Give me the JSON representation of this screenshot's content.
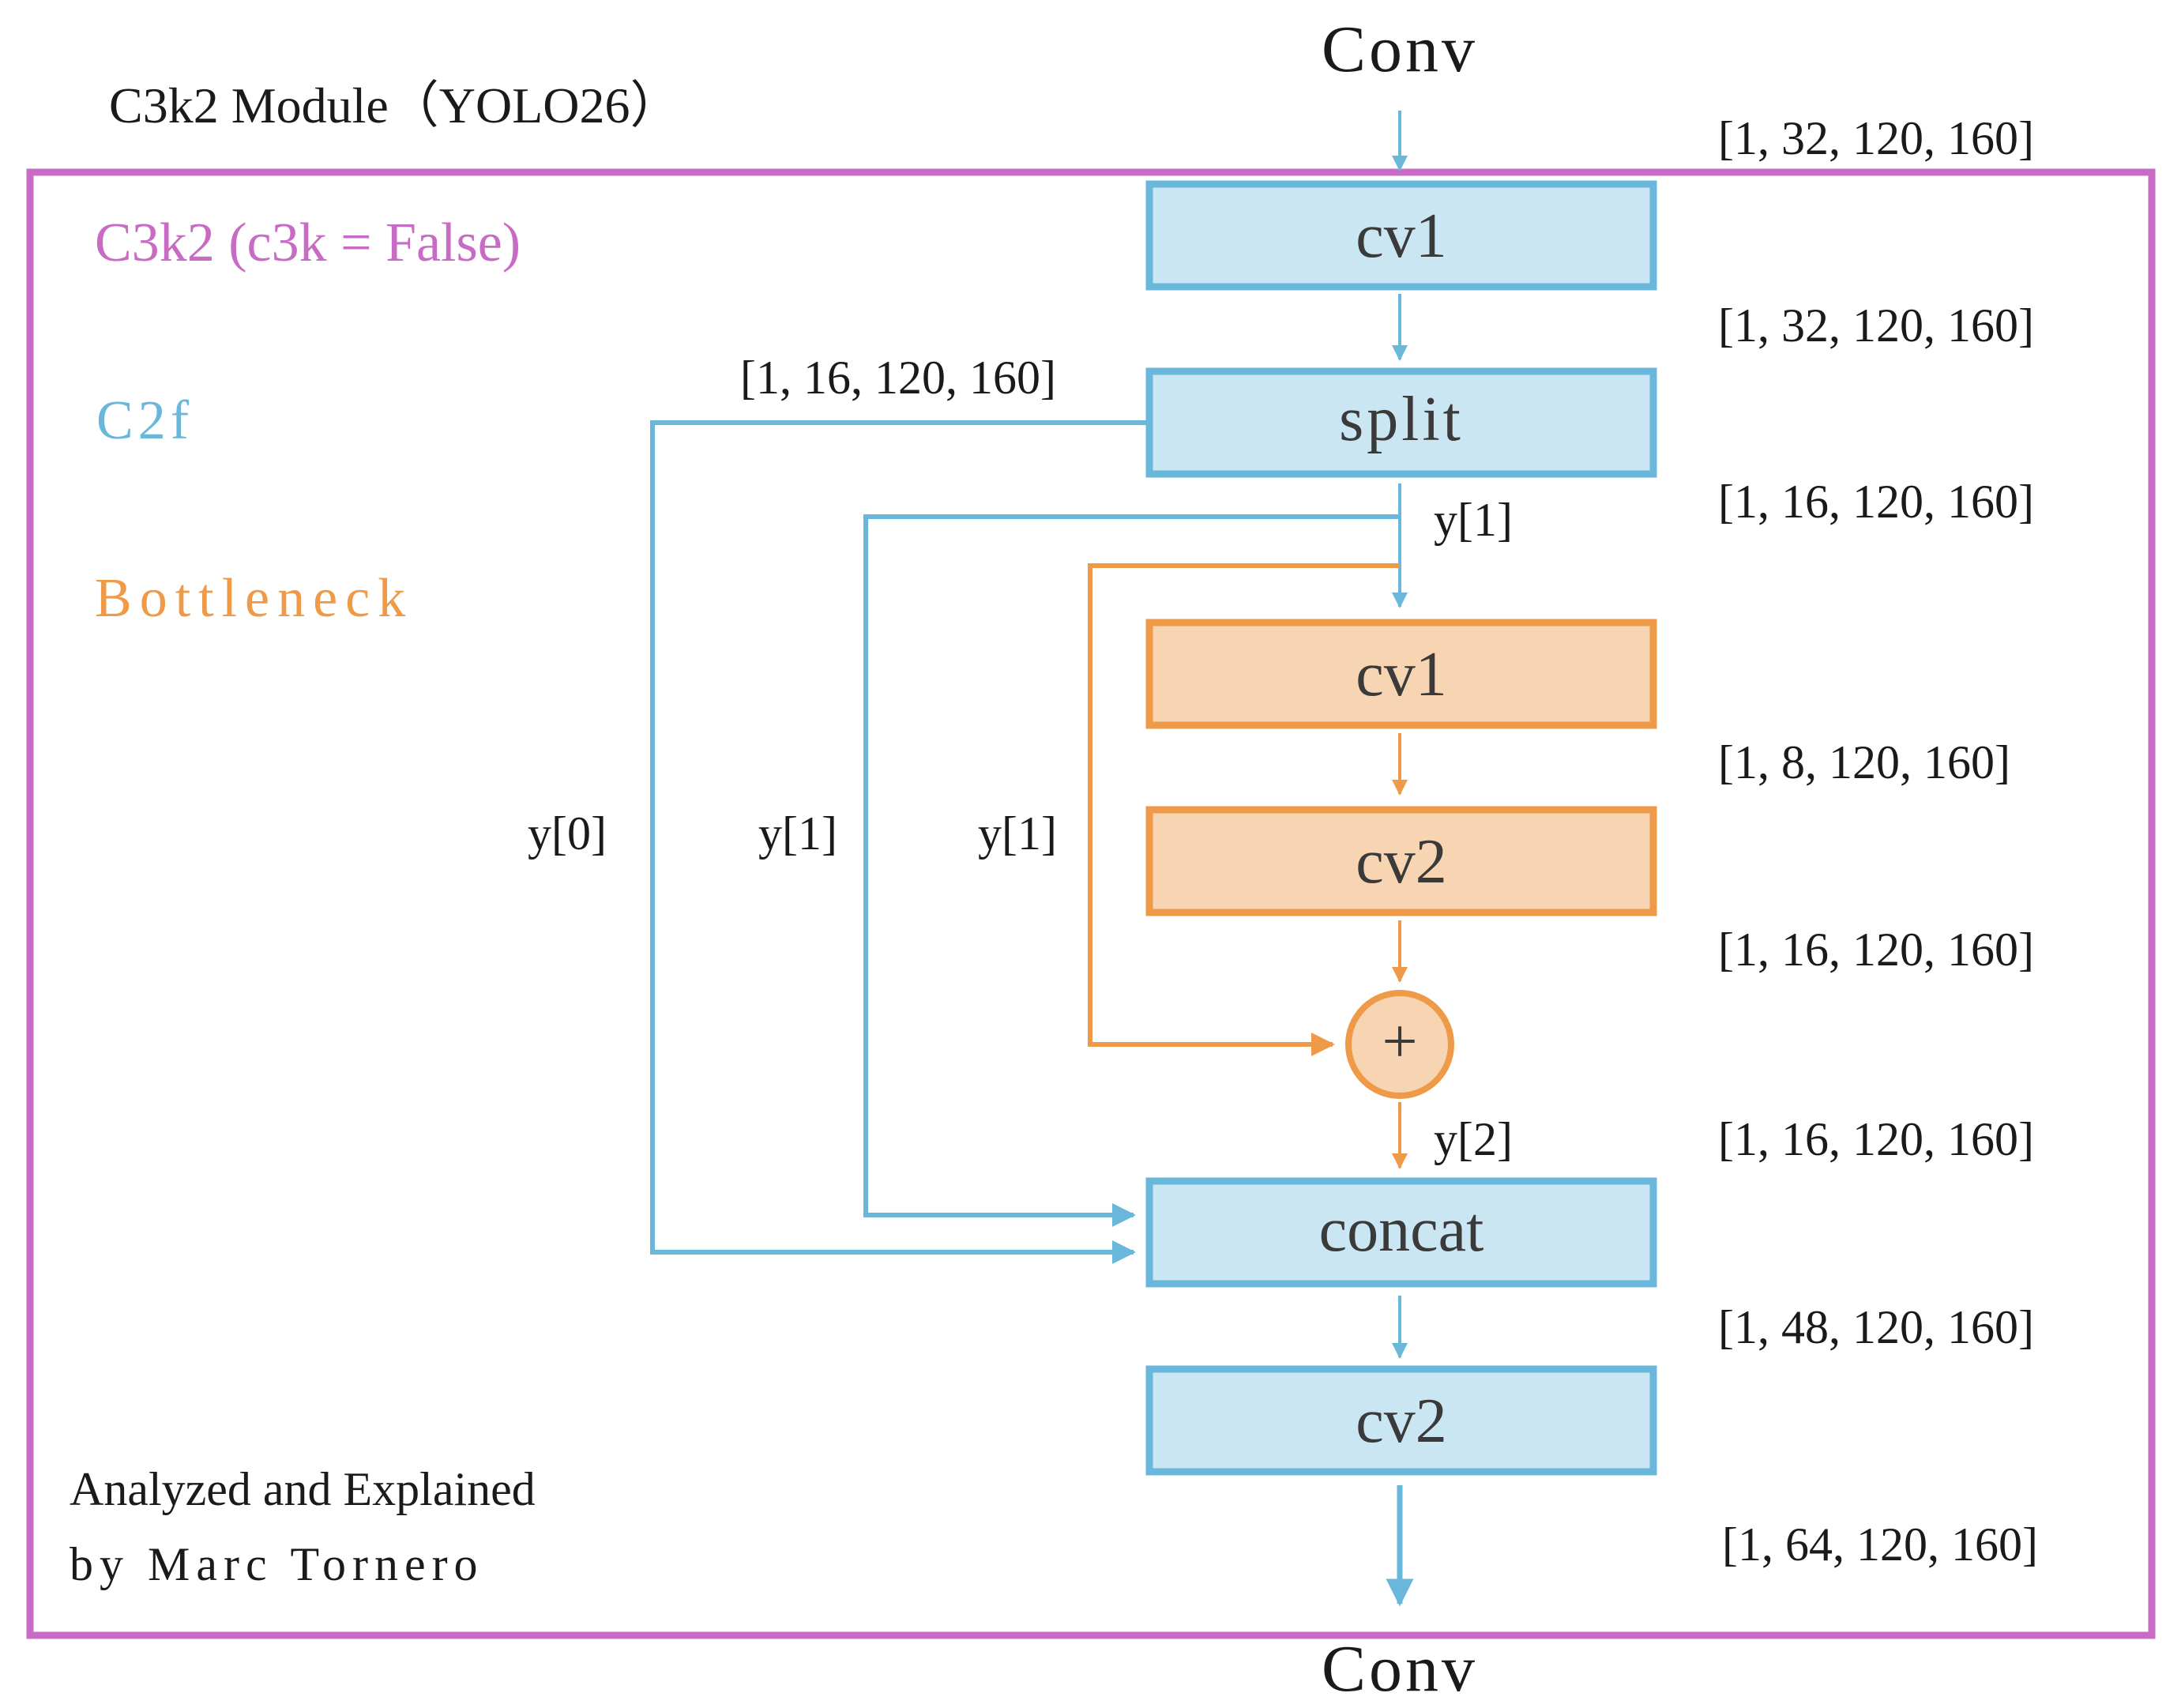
{
  "title": "C3k2 Module（YOLO26）",
  "input_label": "Conv",
  "output_label": "Conv",
  "legend": {
    "c3k2": "C3k2 (c3k = False)",
    "c2f": "C2f",
    "bottleneck": "Bottleneck"
  },
  "blocks": {
    "cv1": "cv1",
    "split": "split",
    "bottleneck_cv1": "cv1",
    "bottleneck_cv2": "cv2",
    "add": "+",
    "concat": "concat",
    "cv2": "cv2"
  },
  "shapes": {
    "input": "[1, 32, 120, 160]",
    "after_cv1": "[1, 32, 120, 160]",
    "split_branch": "[1, 16, 120, 160]",
    "after_split": "[1, 16, 120, 160]",
    "after_bottleneck_cv1": "[1, 8, 120, 160]",
    "after_bottleneck_cv2": "[1, 16, 120, 160]",
    "after_add": "[1, 16, 120, 160]",
    "after_concat": "[1, 48, 120, 160]",
    "output": "[1, 64, 120, 160]"
  },
  "edge_labels": {
    "y1_top": "y[1]",
    "y0": "y[0]",
    "y1_c2f": "y[1]",
    "y1_bottleneck": "y[1]",
    "y2": "y[2]"
  },
  "credit": {
    "line1": "Analyzed and Explained",
    "line2": "by Marc Tornero"
  },
  "colors": {
    "c3k2": "#c86bc5",
    "c2f": "#6ab7dc",
    "c2f_fill": "#cbe6f3",
    "bottleneck": "#ee9a48",
    "bottleneck_fill": "#f7d4b2"
  }
}
